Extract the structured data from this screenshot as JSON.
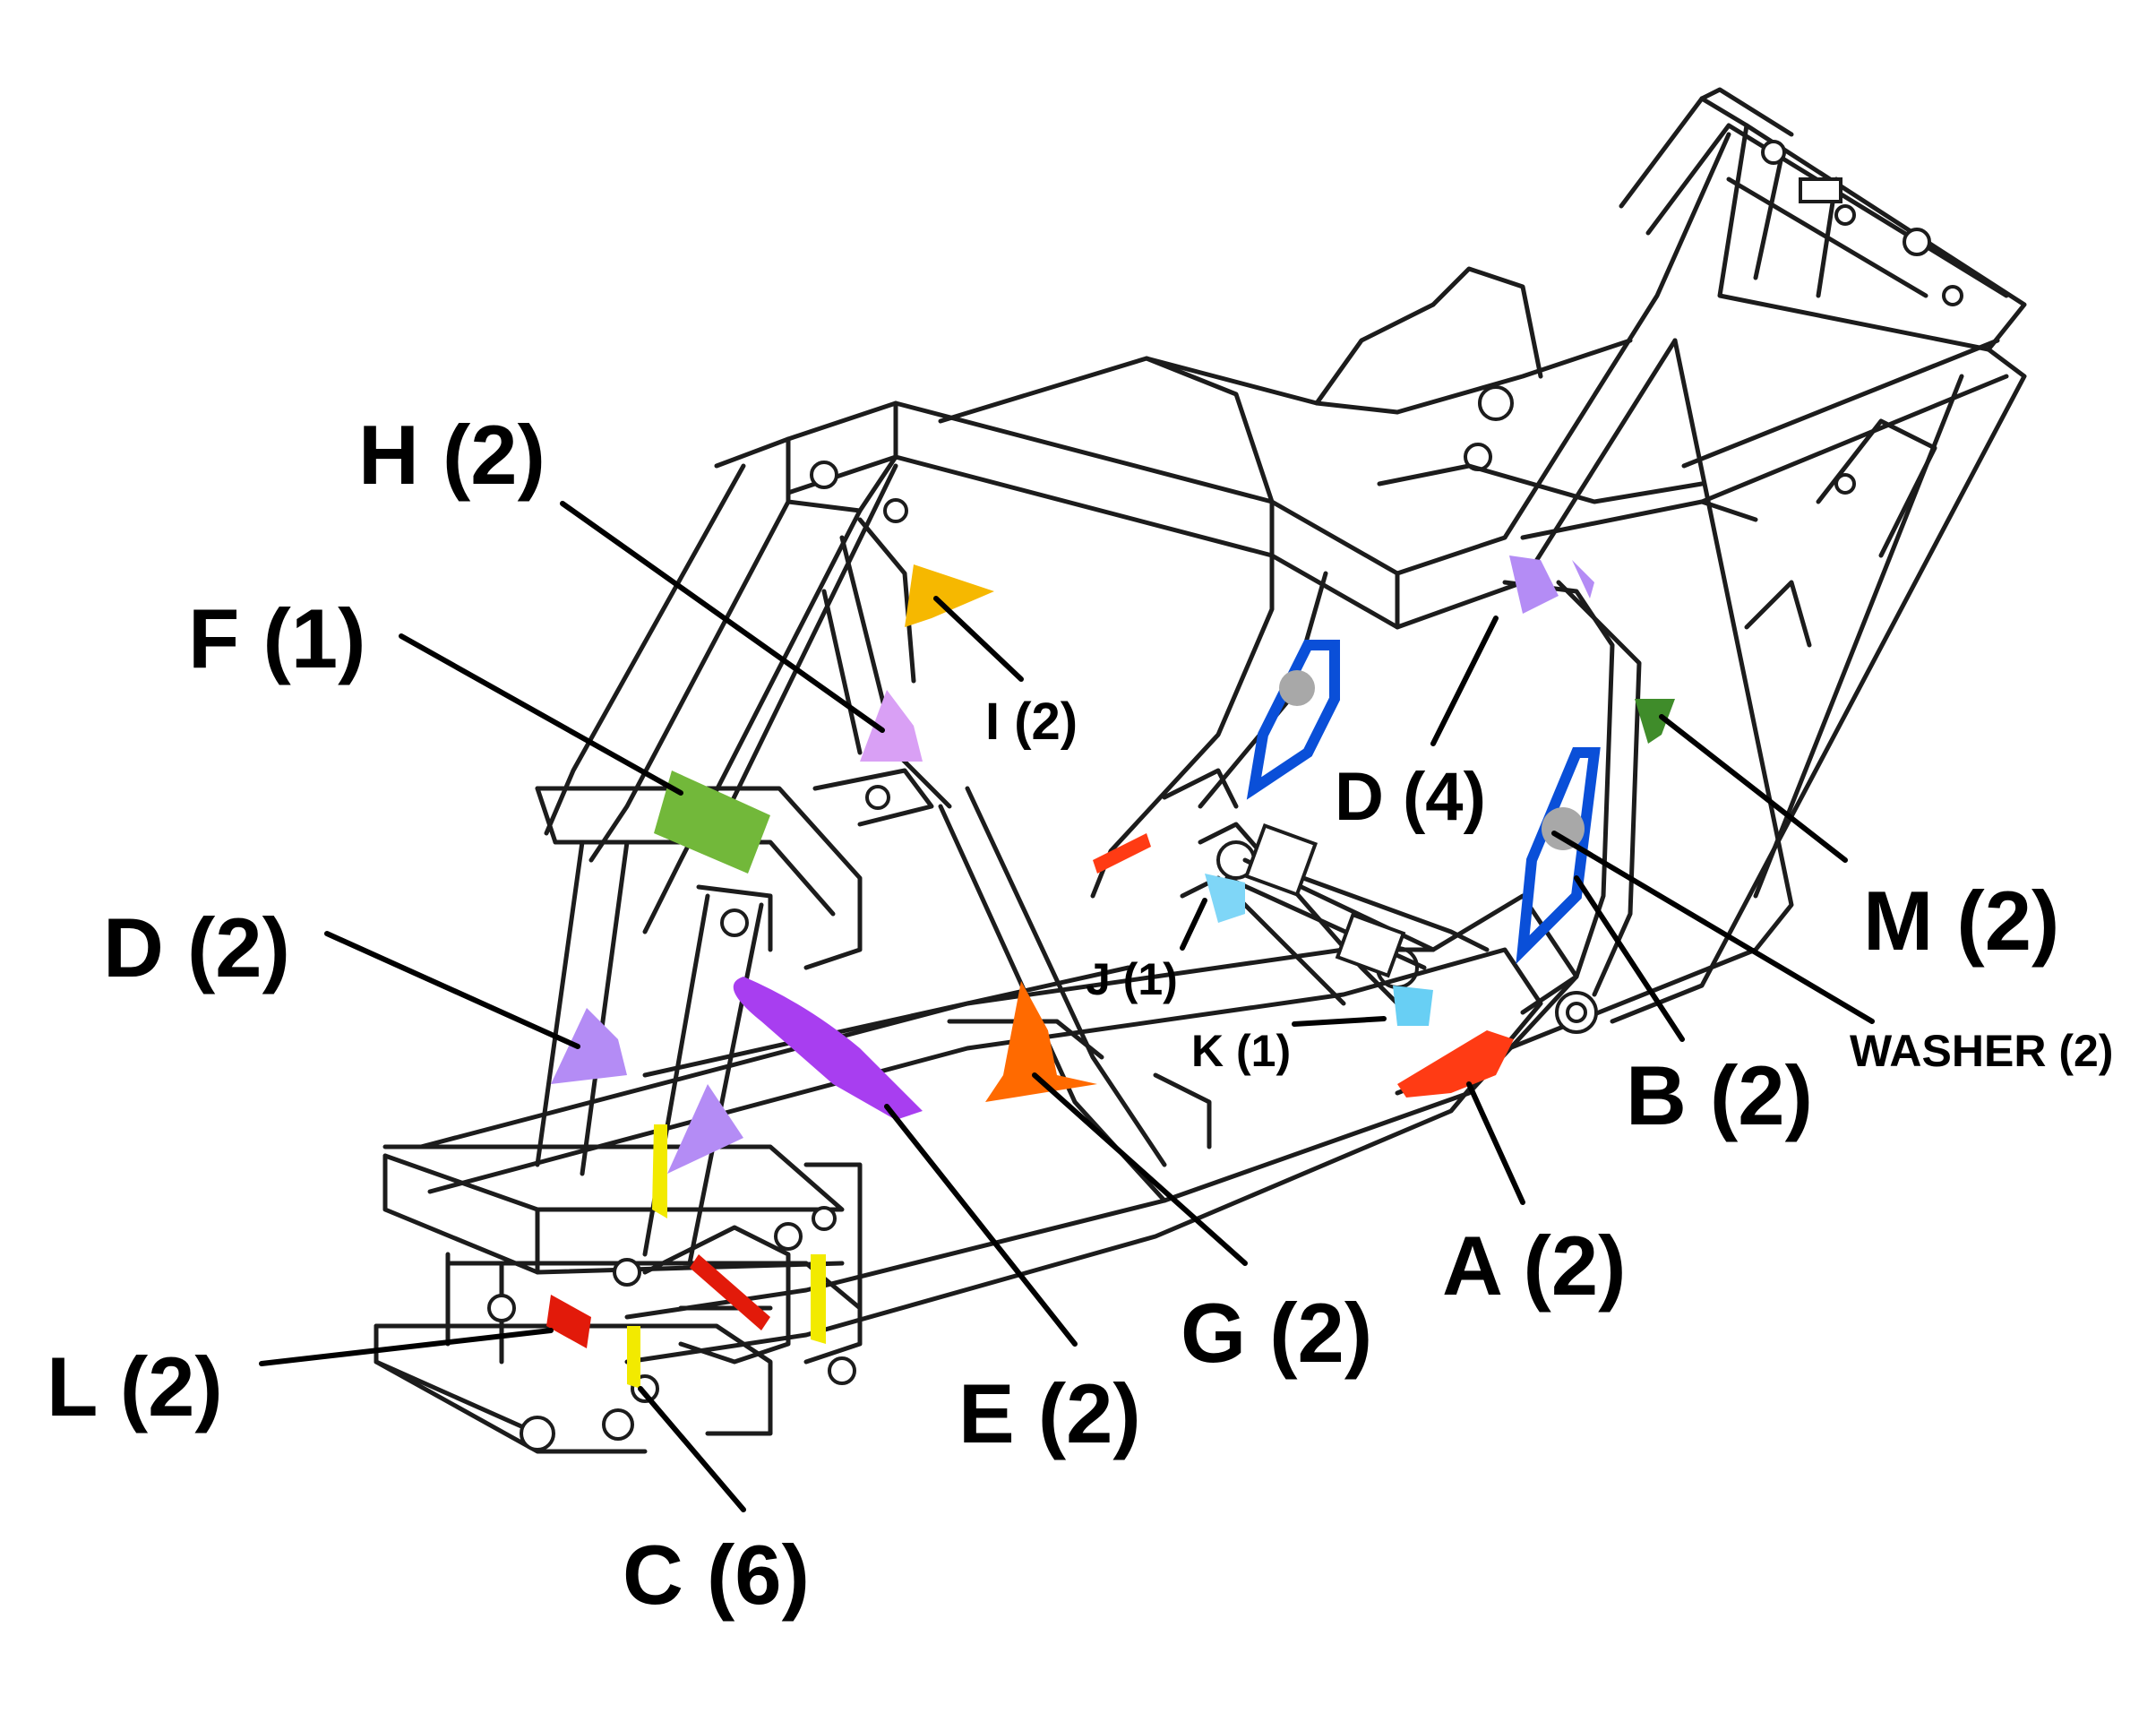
{
  "labels": {
    "H": "H (2)",
    "F": "F (1)",
    "I": "I (2)",
    "D4": "D (4)",
    "D2": "D (2)",
    "M": "M (2)",
    "J": "J (1)",
    "K": "K (1)",
    "WASHER": "WASHER (2)",
    "B": "B (2)",
    "A": "A (2)",
    "G": "G (2)",
    "E": "E (2)",
    "L": "L (2)",
    "C": "C (6)"
  },
  "colors": {
    "A": "#ff3b14",
    "B": "#0a4fd8",
    "C": "#f2ea00",
    "D": "#b48cf5",
    "E": "#a83ef0",
    "F": "#72b83a",
    "G": "#ff6a00",
    "H": "#d9a0f5",
    "I": "#f6b800",
    "J": "#7fd6f7",
    "K": "#68cff4",
    "L": "#e21a0a",
    "M": "#3f8c2a",
    "washer": "#a8a8a8"
  }
}
